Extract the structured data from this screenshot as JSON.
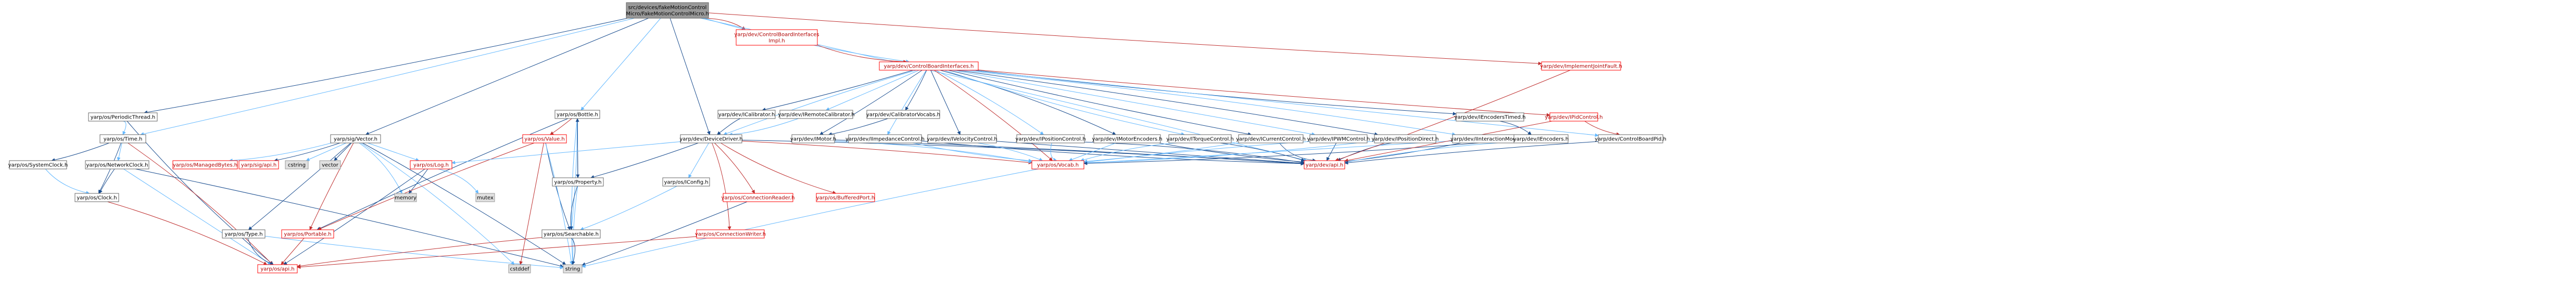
{
  "diagram": {
    "colors": {
      "root_fill": "#999999",
      "root_stroke": "#666666",
      "normal_fill": "#ffffff",
      "normal_stroke": "#666666",
      "red_fill": "#ffffff",
      "red_stroke": "#ff0000",
      "red_text": "#b00000",
      "system_fill": "#e0e0e0",
      "system_stroke": "#999999",
      "text": "#000000",
      "edge_blue": "#63b8ff",
      "edge_dark": "#1a4d8f",
      "edge_red": "#bf3030"
    },
    "nodes": [
      {
        "id": "root",
        "lines": [
          "src/devices/fakeMotionControl",
          "Micro/FakeMotionControlMicro.h"
        ],
        "style": "root"
      },
      {
        "id": "periodic",
        "lines": [
          "yarp/os/PeriodicThread.h"
        ],
        "style": "normal"
      },
      {
        "id": "time",
        "lines": [
          "yarp/os/Time.h"
        ],
        "style": "normal"
      },
      {
        "id": "sysclock",
        "lines": [
          "yarp/os/SystemClock.h"
        ],
        "style": "normal"
      },
      {
        "id": "netclock",
        "lines": [
          "yarp/os/NetworkClock.h"
        ],
        "style": "normal"
      },
      {
        "id": "clock",
        "lines": [
          "yarp/os/Clock.h"
        ],
        "style": "normal"
      },
      {
        "id": "api_os",
        "lines": [
          "yarp/os/api.h"
        ],
        "style": "red"
      },
      {
        "id": "vector",
        "lines": [
          "yarp/sig/Vector.h"
        ],
        "style": "normal"
      },
      {
        "id": "managed",
        "lines": [
          "yarp/os/ManagedBytes.h"
        ],
        "style": "red"
      },
      {
        "id": "sigapi",
        "lines": [
          "yarp/sig/api.h"
        ],
        "style": "red"
      },
      {
        "id": "cstring",
        "lines": [
          "cstring"
        ],
        "style": "system"
      },
      {
        "id": "vec_std",
        "lines": [
          "vector"
        ],
        "style": "system"
      },
      {
        "id": "memory",
        "lines": [
          "memory"
        ],
        "style": "system"
      },
      {
        "id": "ostype",
        "lines": [
          "yarp/os/Type.h"
        ],
        "style": "normal"
      },
      {
        "id": "portable",
        "lines": [
          "yarp/os/Portable.h"
        ],
        "style": "red"
      },
      {
        "id": "log",
        "lines": [
          "yarp/os/Log.h"
        ],
        "style": "red"
      },
      {
        "id": "mutex",
        "lines": [
          "mutex"
        ],
        "style": "system"
      },
      {
        "id": "bottle",
        "lines": [
          "yarp/os/Bottle.h"
        ],
        "style": "normal"
      },
      {
        "id": "value",
        "lines": [
          "yarp/os/Value.h"
        ],
        "style": "red"
      },
      {
        "id": "property",
        "lines": [
          "yarp/os/Property.h"
        ],
        "style": "normal"
      },
      {
        "id": "searchable",
        "lines": [
          "yarp/os/Searchable.h"
        ],
        "style": "normal"
      },
      {
        "id": "cstddef",
        "lines": [
          "cstddef"
        ],
        "style": "system"
      },
      {
        "id": "string",
        "lines": [
          "string"
        ],
        "style": "system"
      },
      {
        "id": "cbii",
        "lines": [
          "yarp/dev/ControlBoardInterfaces",
          "Impl.h"
        ],
        "style": "red"
      },
      {
        "id": "cbi",
        "lines": [
          "yarp/dev/ControlBoardInterfaces.h"
        ],
        "style": "red"
      },
      {
        "id": "calibrator",
        "lines": [
          "yarp/dev/ICalibrator.h"
        ],
        "style": "normal"
      },
      {
        "id": "remotecal",
        "lines": [
          "yarp/dev/IRemoteCalibrator.h"
        ],
        "style": "normal"
      },
      {
        "id": "calvocab",
        "lines": [
          "yarp/dev/CalibratorVocabs.h"
        ],
        "style": "normal"
      },
      {
        "id": "devdriver",
        "lines": [
          "yarp/dev/DeviceDriver.h"
        ],
        "style": "normal"
      },
      {
        "id": "imotor",
        "lines": [
          "yarp/dev/IMotor.h"
        ],
        "style": "normal"
      },
      {
        "id": "config",
        "lines": [
          "yarp/os/IConfig.h"
        ],
        "style": "normal"
      },
      {
        "id": "connreader",
        "lines": [
          "yarp/os/ConnectionReader.h"
        ],
        "style": "red"
      },
      {
        "id": "connwriter",
        "lines": [
          "yarp/os/ConnectionWriter.h"
        ],
        "style": "red"
      },
      {
        "id": "bufport",
        "lines": [
          "yarp/os/BufferedPort.h"
        ],
        "style": "red"
      },
      {
        "id": "impctl",
        "lines": [
          "yarp/dev/IImpedanceControl.h"
        ],
        "style": "normal"
      },
      {
        "id": "velctl",
        "lines": [
          "yarp/dev/IVelocityControl.h"
        ],
        "style": "normal"
      },
      {
        "id": "posctl",
        "lines": [
          "yarp/dev/IPositionControl.h"
        ],
        "style": "normal"
      },
      {
        "id": "motenc",
        "lines": [
          "yarp/dev/IMotorEncoders.h"
        ],
        "style": "normal"
      },
      {
        "id": "torque",
        "lines": [
          "yarp/dev/ITorqueControl.h"
        ],
        "style": "normal"
      },
      {
        "id": "current",
        "lines": [
          "yarp/dev/ICurrentControl.h"
        ],
        "style": "normal"
      },
      {
        "id": "pwm",
        "lines": [
          "yarp/dev/IPWMControl.h"
        ],
        "style": "normal"
      },
      {
        "id": "posdirect",
        "lines": [
          "yarp/dev/IPositionDirect.h"
        ],
        "style": "normal"
      },
      {
        "id": "intmode",
        "lines": [
          "yarp/dev/IInteractionMode.h"
        ],
        "style": "normal"
      },
      {
        "id": "enctimed",
        "lines": [
          "yarp/dev/IEncodersTimed.h"
        ],
        "style": "normal"
      },
      {
        "id": "encoders",
        "lines": [
          "yarp/dev/IEncoders.h"
        ],
        "style": "normal"
      },
      {
        "id": "pidctl",
        "lines": [
          "yarp/dev/IPidControl.h"
        ],
        "style": "red"
      },
      {
        "id": "cbpid",
        "lines": [
          "yarp/dev/ControlBoardPid.h"
        ],
        "style": "normal"
      },
      {
        "id": "vocab",
        "lines": [
          "yarp/os/Vocab.h"
        ],
        "style": "red"
      },
      {
        "id": "devapi",
        "lines": [
          "yarp/dev/api.h"
        ],
        "style": "red"
      },
      {
        "id": "jointfault",
        "lines": [
          "yarp/dev/ImplementJointFault.h"
        ],
        "style": "red"
      }
    ],
    "edges": [
      {
        "from": "root",
        "to": "periodic",
        "color": "edge_dark"
      },
      {
        "from": "root",
        "to": "time",
        "color": "edge_blue"
      },
      {
        "from": "root",
        "to": "vector",
        "color": "edge_dark"
      },
      {
        "from": "root",
        "to": "bottle",
        "color": "edge_blue"
      },
      {
        "from": "root",
        "to": "cbii",
        "color": "edge_red"
      },
      {
        "from": "root",
        "to": "cbi",
        "color": "edge_blue"
      },
      {
        "from": "root",
        "to": "jointfault",
        "color": "edge_red"
      },
      {
        "from": "root",
        "to": "devdriver",
        "color": "edge_dark"
      },
      {
        "from": "root",
        "to": "devapi",
        "color": "edge_blue"
      },
      {
        "from": "periodic",
        "to": "time",
        "color": "edge_blue"
      },
      {
        "from": "periodic",
        "to": "api_os",
        "color": "edge_dark"
      },
      {
        "from": "time",
        "to": "sysclock",
        "color": "edge_dark"
      },
      {
        "from": "time",
        "to": "netclock",
        "color": "edge_blue"
      },
      {
        "from": "time",
        "to": "clock",
        "color": "edge_dark"
      },
      {
        "from": "time",
        "to": "api_os",
        "color": "edge_red"
      },
      {
        "from": "sysclock",
        "to": "clock",
        "color": "edge_blue"
      },
      {
        "from": "netclock",
        "to": "clock",
        "color": "edge_dark"
      },
      {
        "from": "netclock",
        "to": "api_os",
        "color": "edge_blue"
      },
      {
        "from": "netclock",
        "to": "string",
        "color": "edge_dark"
      },
      {
        "from": "clock",
        "to": "api_os",
        "color": "edge_red"
      },
      {
        "from": "vector",
        "to": "managed",
        "color": "edge_blue"
      },
      {
        "from": "vector",
        "to": "sigapi",
        "color": "edge_dark"
      },
      {
        "from": "vector",
        "to": "cstring",
        "color": "edge_blue"
      },
      {
        "from": "vector",
        "to": "vec_std",
        "color": "edge_dark"
      },
      {
        "from": "vector",
        "to": "memory",
        "color": "edge_blue"
      },
      {
        "from": "vector",
        "to": "ostype",
        "color": "edge_dark"
      },
      {
        "from": "vector",
        "to": "portable",
        "color": "edge_red"
      },
      {
        "from": "vector",
        "to": "log",
        "color": "edge_blue"
      },
      {
        "from": "vector",
        "to": "string",
        "color": "edge_dark"
      },
      {
        "from": "vector",
        "to": "cstddef",
        "color": "edge_blue"
      },
      {
        "from": "ostype",
        "to": "api_os",
        "color": "edge_dark"
      },
      {
        "from": "ostype",
        "to": "string",
        "color": "edge_blue"
      },
      {
        "from": "portable",
        "to": "api_os",
        "color": "edge_red"
      },
      {
        "from": "log",
        "to": "memory",
        "color": "edge_dark"
      },
      {
        "from": "log",
        "to": "mutex",
        "color": "edge_blue"
      },
      {
        "from": "log",
        "to": "api_os",
        "color": "edge_dark"
      },
      {
        "from": "bottle",
        "to": "value",
        "color": "edge_red"
      },
      {
        "from": "bottle",
        "to": "property",
        "color": "edge_dark"
      },
      {
        "from": "bottle",
        "to": "searchable",
        "color": "edge_blue"
      },
      {
        "from": "bottle",
        "to": "portable",
        "color": "edge_dark"
      },
      {
        "from": "bottle",
        "to": "string",
        "color": "edge_blue"
      },
      {
        "from": "value",
        "to": "searchable",
        "color": "edge_dark"
      },
      {
        "from": "value",
        "to": "cstddef",
        "color": "edge_red"
      },
      {
        "from": "value",
        "to": "string",
        "color": "edge_blue"
      },
      {
        "from": "value",
        "to": "portable",
        "color": "edge_red"
      },
      {
        "from": "property",
        "to": "searchable",
        "color": "edge_dark"
      },
      {
        "from": "property",
        "to": "string",
        "color": "edge_blue"
      },
      {
        "from": "property",
        "to": "bottle",
        "color": "edge_dark"
      },
      {
        "from": "searchable",
        "to": "api_os",
        "color": "edge_red"
      },
      {
        "from": "searchable",
        "to": "string",
        "color": "edge_dark"
      },
      {
        "from": "cbii",
        "to": "cbi",
        "color": "edge_red"
      },
      {
        "from": "cbi",
        "to": "calibrator",
        "color": "edge_dark"
      },
      {
        "from": "cbi",
        "to": "remotecal",
        "color": "edge_blue"
      },
      {
        "from": "cbi",
        "to": "calvocab",
        "color": "edge_dark"
      },
      {
        "from": "cbi",
        "to": "devdriver",
        "color": "edge_blue"
      },
      {
        "from": "cbi",
        "to": "imotor",
        "color": "edge_dark"
      },
      {
        "from": "cbi",
        "to": "impctl",
        "color": "edge_blue"
      },
      {
        "from": "cbi",
        "to": "velctl",
        "color": "edge_dark"
      },
      {
        "from": "cbi",
        "to": "posctl",
        "color": "edge_blue"
      },
      {
        "from": "cbi",
        "to": "motenc",
        "color": "edge_dark"
      },
      {
        "from": "cbi",
        "to": "torque",
        "color": "edge_blue"
      },
      {
        "from": "cbi",
        "to": "current",
        "color": "edge_dark"
      },
      {
        "from": "cbi",
        "to": "pwm",
        "color": "edge_blue"
      },
      {
        "from": "cbi",
        "to": "posdirect",
        "color": "edge_dark"
      },
      {
        "from": "cbi",
        "to": "intmode",
        "color": "edge_blue"
      },
      {
        "from": "cbi",
        "to": "enctimed",
        "color": "edge_dark"
      },
      {
        "from": "cbi",
        "to": "pidctl",
        "color": "edge_red"
      },
      {
        "from": "cbi",
        "to": "cbpid",
        "color": "edge_blue"
      },
      {
        "from": "cbi",
        "to": "vocab",
        "color": "edge_red"
      },
      {
        "from": "calibrator",
        "to": "devdriver",
        "color": "edge_dark"
      },
      {
        "from": "remotecal",
        "to": "devdriver",
        "color": "edge_blue"
      },
      {
        "from": "calvocab",
        "to": "imotor",
        "color": "edge_dark"
      },
      {
        "from": "devdriver",
        "to": "config",
        "color": "edge_blue"
      },
      {
        "from": "devdriver",
        "to": "connreader",
        "color": "edge_red"
      },
      {
        "from": "devdriver",
        "to": "connwriter",
        "color": "edge_red"
      },
      {
        "from": "devdriver",
        "to": "bufport",
        "color": "edge_red"
      },
      {
        "from": "devdriver",
        "to": "property",
        "color": "edge_dark"
      },
      {
        "from": "devdriver",
        "to": "log",
        "color": "edge_blue"
      },
      {
        "from": "devdriver",
        "to": "vocab",
        "color": "edge_red"
      },
      {
        "from": "devdriver",
        "to": "devapi",
        "color": "edge_dark"
      },
      {
        "from": "config",
        "to": "searchable",
        "color": "edge_blue"
      },
      {
        "from": "connreader",
        "to": "string",
        "color": "edge_dark"
      },
      {
        "from": "connwriter",
        "to": "api_os",
        "color": "edge_red"
      },
      {
        "from": "imotor",
        "to": "devapi",
        "color": "edge_dark"
      },
      {
        "from": "imotor",
        "to": "vocab",
        "color": "edge_blue"
      },
      {
        "from": "impctl",
        "to": "devapi",
        "color": "edge_dark"
      },
      {
        "from": "impctl",
        "to": "vocab",
        "color": "edge_blue"
      },
      {
        "from": "velctl",
        "to": "devapi",
        "color": "edge_dark"
      },
      {
        "from": "velctl",
        "to": "vocab",
        "color": "edge_blue"
      },
      {
        "from": "posctl",
        "to": "devapi",
        "color": "edge_dark"
      },
      {
        "from": "posctl",
        "to": "vocab",
        "color": "edge_blue"
      },
      {
        "from": "motenc",
        "to": "devapi",
        "color": "edge_dark"
      },
      {
        "from": "motenc",
        "to": "vocab",
        "color": "edge_blue"
      },
      {
        "from": "torque",
        "to": "devapi",
        "color": "edge_dark"
      },
      {
        "from": "torque",
        "to": "vocab",
        "color": "edge_blue"
      },
      {
        "from": "current",
        "to": "devapi",
        "color": "edge_dark"
      },
      {
        "from": "current",
        "to": "vocab",
        "color": "edge_blue"
      },
      {
        "from": "pwm",
        "to": "devapi",
        "color": "edge_dark"
      },
      {
        "from": "pwm",
        "to": "vocab",
        "color": "edge_blue"
      },
      {
        "from": "posdirect",
        "to": "devapi",
        "color": "edge_dark"
      },
      {
        "from": "posdirect",
        "to": "vocab",
        "color": "edge_blue"
      },
      {
        "from": "intmode",
        "to": "devapi",
        "color": "edge_dark"
      },
      {
        "from": "intmode",
        "to": "vocab",
        "color": "edge_blue"
      },
      {
        "from": "enctimed",
        "to": "encoders",
        "color": "edge_dark"
      },
      {
        "from": "encoders",
        "to": "devapi",
        "color": "edge_blue"
      },
      {
        "from": "encoders",
        "to": "vocab",
        "color": "edge_dark"
      },
      {
        "from": "pidctl",
        "to": "cbpid",
        "color": "edge_red"
      },
      {
        "from": "pidctl",
        "to": "devapi",
        "color": "edge_red"
      },
      {
        "from": "cbpid",
        "to": "devapi",
        "color": "edge_dark"
      },
      {
        "from": "vocab",
        "to": "string",
        "color": "edge_blue"
      },
      {
        "from": "jointfault",
        "to": "devapi",
        "color": "edge_red"
      }
    ]
  }
}
